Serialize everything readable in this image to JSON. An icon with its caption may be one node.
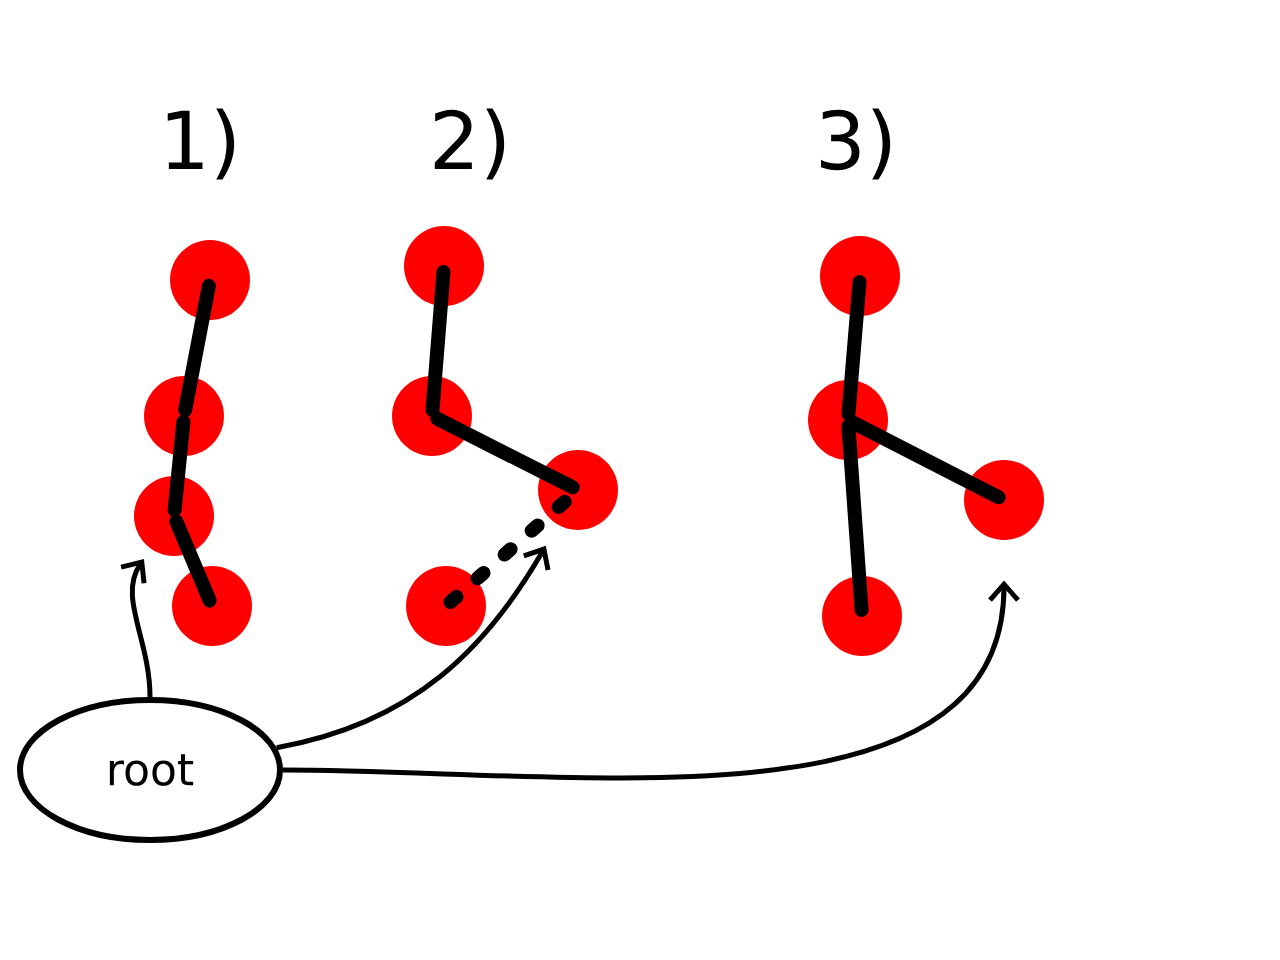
{
  "diagram": {
    "nodes": [
      {
        "text": [
          "root"
        ]
      },
      {
        "text": [],
        "shape": "circle"
      },
      {
        "text": [],
        "shape": "circle"
      },
      {
        "text": [],
        "shape": "circle"
      },
      {
        "text": [],
        "shape": "circle"
      },
      {
        "text": [],
        "shape": "circle"
      },
      {
        "text": [],
        "shape": "circle"
      },
      {
        "text": [],
        "shape": "circle"
      },
      {
        "text": [],
        "shape": "circle"
      },
      {
        "text": [],
        "shape": "circle"
      },
      {
        "text": [],
        "shape": "circle"
      },
      {
        "text": [],
        "shape": "circle"
      },
      {
        "text": [],
        "shape": "circle"
      }
    ],
    "edges": [
      {
        "from": 1,
        "to": 2,
        "arrow": "none"
      },
      {
        "from": 2,
        "to": 3,
        "arrow": "none"
      },
      {
        "from": 3,
        "to": 4,
        "arrow": "none"
      },
      {
        "from": 5,
        "to": 6,
        "arrow": "none"
      },
      {
        "from": 6,
        "to": 7,
        "arrow": "none"
      },
      {
        "from": 8,
        "to": 7,
        "arrow": "none",
        "style": "dashed"
      },
      {
        "from": 9,
        "to": 10,
        "arrow": "none"
      },
      {
        "from": 10,
        "to": 11,
        "arrow": "none"
      },
      {
        "from": 10,
        "to": 12,
        "arrow": "none"
      },
      {
        "from": 0,
        "to": 3,
        "arrow": "to"
      },
      {
        "from": 0,
        "to": 7,
        "arrow": "to"
      },
      {
        "from": 0,
        "to": 11,
        "arrow": "to"
      }
    ],
    "labels": [
      "1)",
      "2)",
      "3)"
    ]
  }
}
